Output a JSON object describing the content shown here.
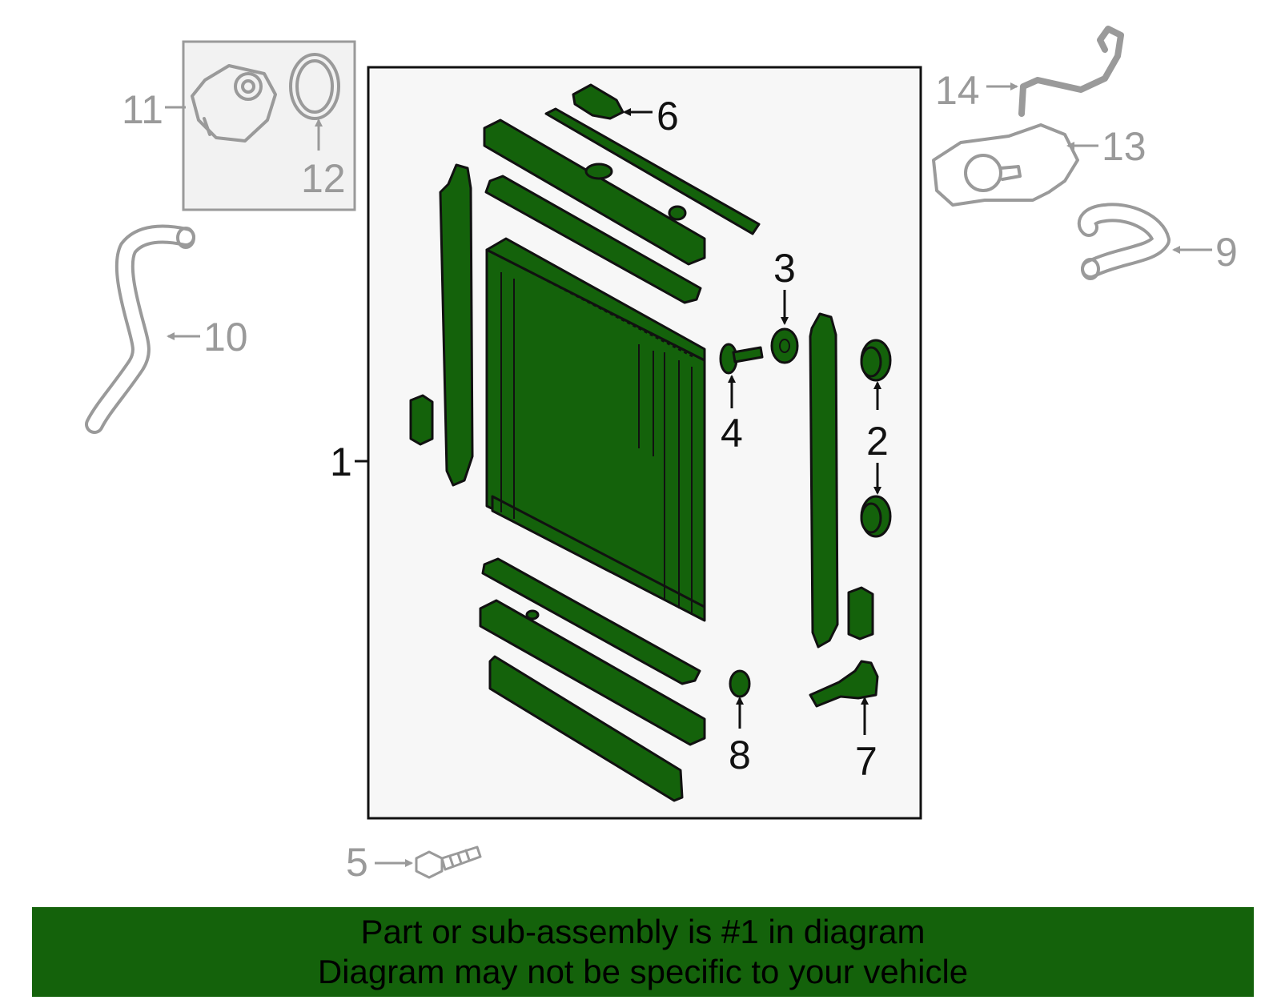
{
  "colors": {
    "highlight_fill": "#14620b",
    "outline": "#111111",
    "secondary": "#9a9a9a",
    "panel_bg": "#f7f7f7"
  },
  "callouts": {
    "c1": "1",
    "c2": "2",
    "c3": "3",
    "c4": "4",
    "c5": "5",
    "c6": "6",
    "c7": "7",
    "c8": "8",
    "c9": "9",
    "c10": "10",
    "c11": "11",
    "c12": "12",
    "c13": "13",
    "c14": "14"
  },
  "banner": {
    "line1": "Part or sub-assembly is #1 in diagram",
    "line2": "Diagram may not be specific to your vehicle"
  }
}
